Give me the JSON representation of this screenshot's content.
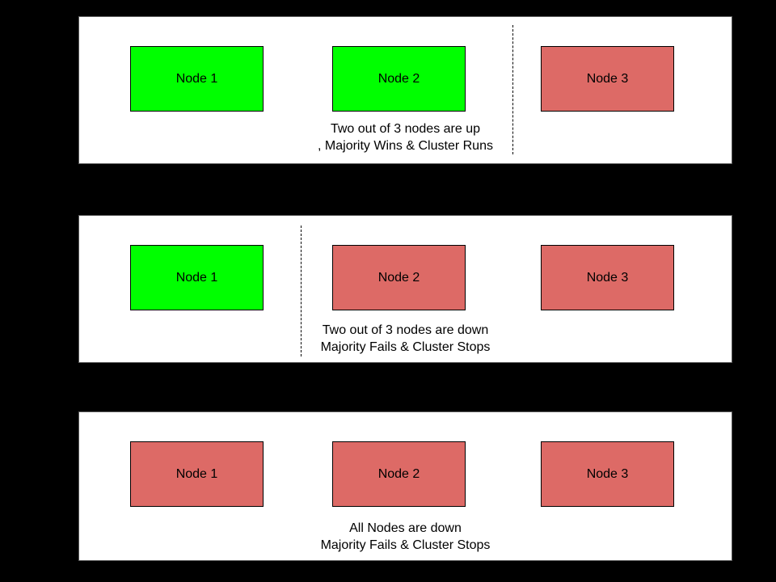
{
  "diagram": {
    "title_hint": "Cluster quorum scenarios",
    "colors": {
      "up": "#00ff00",
      "down": "#dd6a66",
      "node_border": "#000000",
      "panel_background": "#ffffff",
      "page_background": "#000000"
    },
    "panels": [
      {
        "id": "two-nodes-up",
        "caption": [
          "Two out of 3 nodes are up",
          ", Majority Wins & Cluster Runs"
        ],
        "divider": "between Node 2 and Node 3",
        "nodes": [
          {
            "label": "Node 1",
            "status": "up"
          },
          {
            "label": "Node 2",
            "status": "up"
          },
          {
            "label": "Node 3",
            "status": "down"
          }
        ]
      },
      {
        "id": "two-nodes-down",
        "caption": [
          "Two out of 3 nodes are down",
          "Majority Fails & Cluster Stops"
        ],
        "divider": "between Node 1 and Node 2",
        "nodes": [
          {
            "label": "Node 1",
            "status": "up"
          },
          {
            "label": "Node 2",
            "status": "down"
          },
          {
            "label": "Node 3",
            "status": "down"
          }
        ]
      },
      {
        "id": "all-nodes-down",
        "caption": [
          "All Nodes are down",
          "Majority Fails & Cluster Stops"
        ],
        "divider": null,
        "nodes": [
          {
            "label": "Node 1",
            "status": "down"
          },
          {
            "label": "Node 2",
            "status": "down"
          },
          {
            "label": "Node 3",
            "status": "down"
          }
        ]
      }
    ]
  }
}
